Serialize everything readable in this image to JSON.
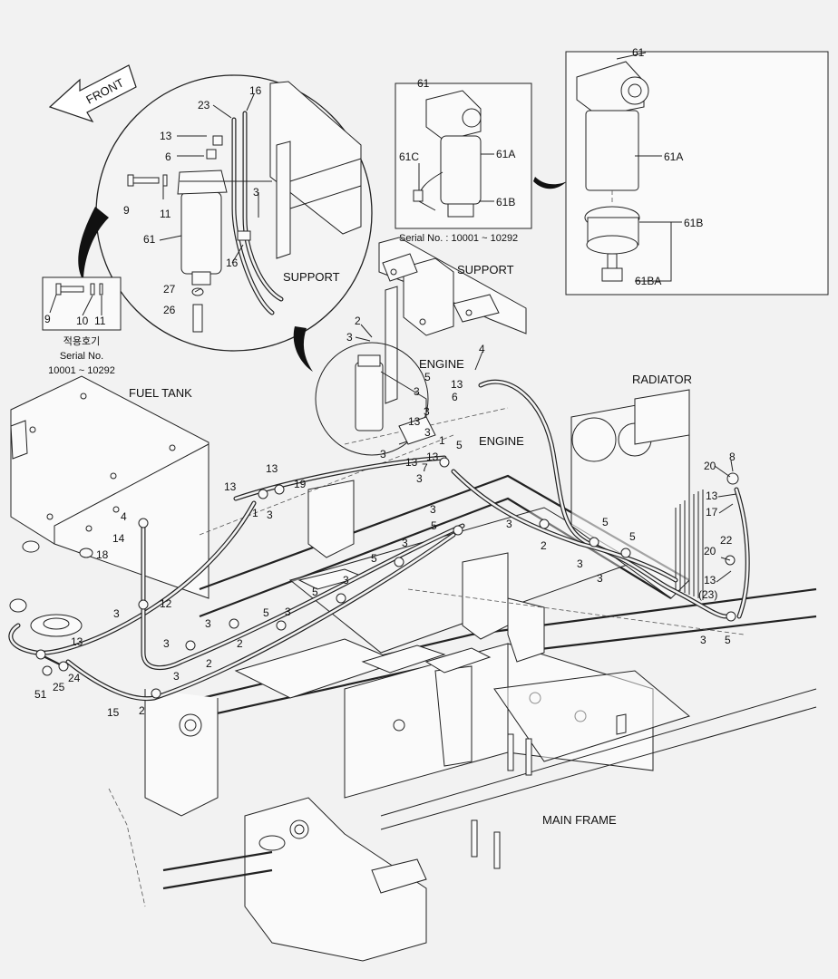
{
  "front_arrow": {
    "text": "FRONT"
  },
  "sections": {
    "fuel_tank": "FUEL TANK",
    "support_detail": "SUPPORT",
    "support_main": "SUPPORT",
    "engine_a": "ENGINE",
    "engine_b": "ENGINE",
    "radiator": "RADIATOR",
    "main_frame": "MAIN FRAME"
  },
  "insets": {
    "serial_box": {
      "line1": "적용호기",
      "line2": "Serial No.",
      "line3": "10001 ~ 10292"
    },
    "filter_box_left": {
      "serial": "Serial No. : 10001 ~ 10292"
    }
  },
  "callouts": {
    "c_61_top_right": "61",
    "c_61A_right": "61A",
    "c_61B_right": "61B",
    "c_61BA": "61BA",
    "c_61_mid": "61",
    "c_61A_mid": "61A",
    "c_61B_mid": "61B",
    "c_61C": "61C",
    "c_23": "23",
    "c_16a": "16",
    "c_13a": "13",
    "c_6a": "6",
    "c_9a": "9",
    "c_11a": "11",
    "c_3a": "3",
    "c_61_circle": "61",
    "c_16b": "16",
    "c_27": "27",
    "c_26": "26",
    "c_9b": "9",
    "c_10": "10",
    "c_11b": "11",
    "c_2a": "2",
    "c_3b": "3",
    "c_4a": "4",
    "c_5a": "5",
    "c_13b": "13",
    "c_3c": "3",
    "c_6b": "6",
    "c_3d": "3",
    "c_13c": "13",
    "c_3e": "3",
    "c_1a": "1",
    "c_3f": "3",
    "c_7": "7",
    "c_5b": "5",
    "c_13d": "13",
    "c_13e": "13",
    "c_3g": "3",
    "c_13f": "13",
    "c_19": "19",
    "c_13g": "13",
    "c_1b": "1",
    "c_3h": "3",
    "c_4b": "4",
    "c_3i": "3",
    "c_5c": "5",
    "c_3j": "3",
    "c_2b": "2",
    "c_5d": "5",
    "c_3k": "3",
    "c_5e": "5",
    "c_3l": "3",
    "c_3m": "3",
    "c_5f": "5",
    "c_3n": "3",
    "c_14": "14",
    "c_18": "18",
    "c_12": "12",
    "c_3o": "3",
    "c_3p": "3",
    "c_5g": "5",
    "c_3q": "3",
    "c_3r": "3",
    "c_2c": "2",
    "c_2d": "2",
    "c_13h": "13",
    "c_24": "24",
    "c_25": "25",
    "c_51": "51",
    "c_3s": "3",
    "c_15": "15",
    "c_2e": "2",
    "c_20a": "20",
    "c_8": "8",
    "c_13i": "13",
    "c_17": "17",
    "c_22": "22",
    "c_20b": "20",
    "c_13j": "13",
    "c_23b": "(23)",
    "c_3t": "3",
    "c_5h": "5"
  }
}
